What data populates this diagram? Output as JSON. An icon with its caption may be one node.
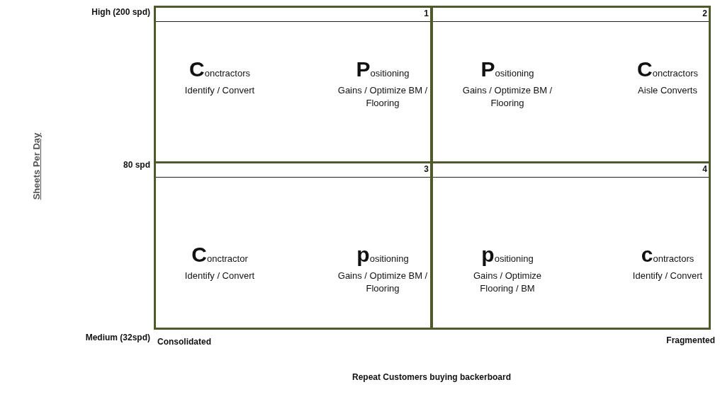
{
  "diagram": {
    "nodes": [
      {
        "text": [
          "1",
          "Conctractors",
          "Identify / Convert",
          "Positioning",
          "Gains / Optimize BM / Flooring"
        ]
      },
      {
        "text": [
          "2",
          "Positioning",
          "Gains / Optimize BM / Flooring",
          "Conctractors",
          "Aisle Converts"
        ]
      },
      {
        "text": [
          "3",
          "Conctractor",
          "Identify / Convert",
          "positioning",
          "Gains / Optimize BM / Flooring"
        ]
      },
      {
        "text": [
          "4",
          "positioning",
          "Gains / Optimize Flooring / BM",
          "contractors",
          "Identify / Convert"
        ]
      }
    ],
    "edges": [],
    "labels": [
      "High (200 spd)",
      "80 spd",
      "Sheets Per Day",
      "Medium (32spd)",
      "Consolidated",
      "Fragmented",
      "Repeat Customers buying backerboard"
    ]
  }
}
